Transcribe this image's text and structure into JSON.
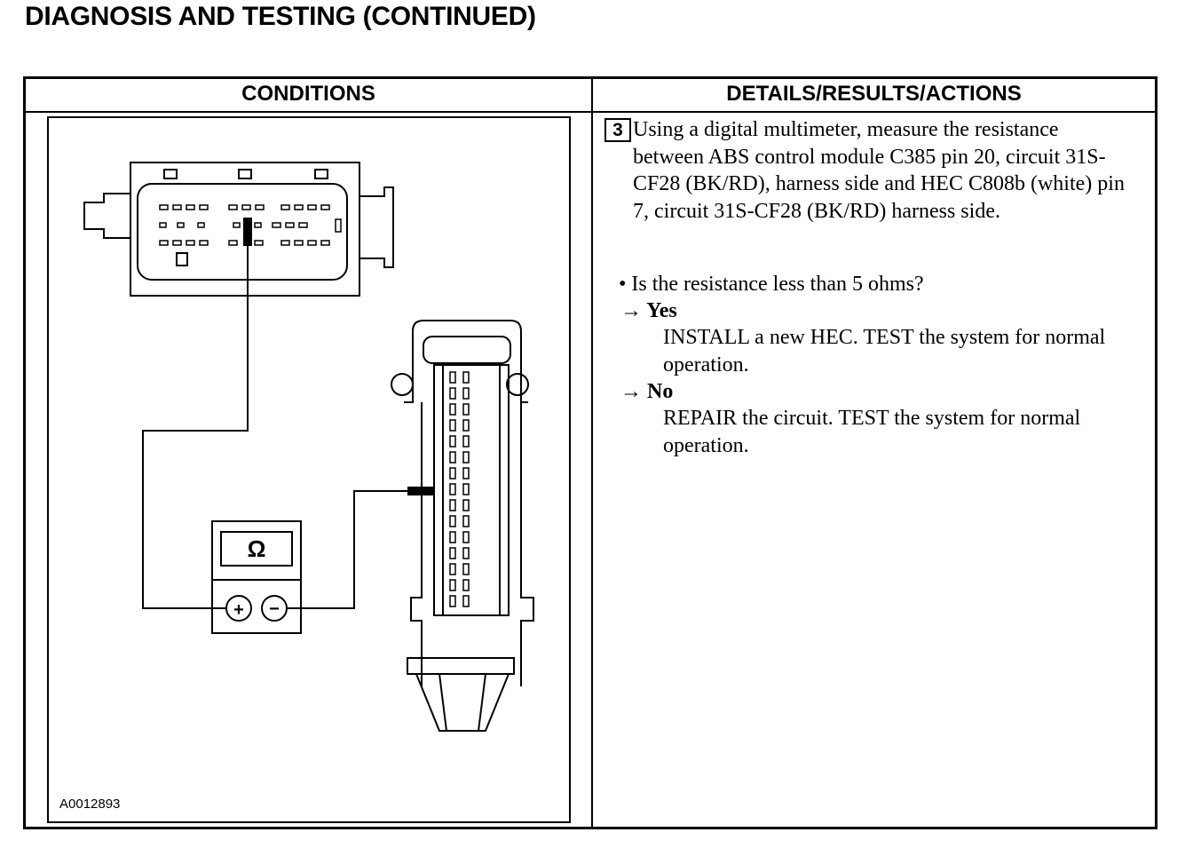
{
  "page": {
    "title": "DIAGNOSIS AND TESTING (CONTINUED)"
  },
  "table": {
    "col_conditions": "CONDITIONS",
    "col_details": "DETAILS/RESULTS/ACTIONS"
  },
  "figure": {
    "id": "A0012893",
    "meter_symbol": "Ω",
    "plus_symbol": "+",
    "minus_symbol": "−"
  },
  "step": {
    "number": "3",
    "text": "Using a digital multimeter, measure the resistance between ABS control module C385 pin 20, circuit 31S-CF28 (BK/RD), harness side and HEC C808b (white) pin 7, circuit 31S-CF28 (BK/RD) harness side.",
    "question": "• Is the resistance less than 5 ohms?",
    "yes_label": "→ Yes",
    "yes_action": "INSTALL a new HEC. TEST the system for normal operation.",
    "no_label": "→ No",
    "no_action": "REPAIR the circuit. TEST the system for normal operation."
  }
}
